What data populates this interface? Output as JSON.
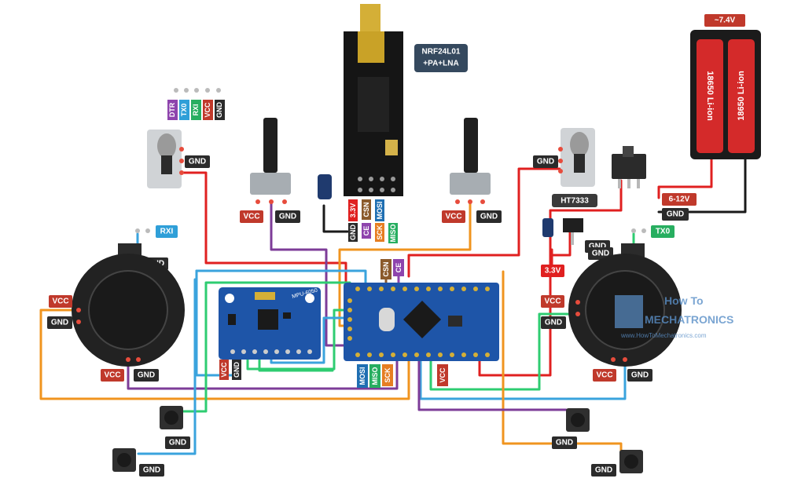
{
  "modules": {
    "nrf_title_line1": "NRF24L01",
    "nrf_title_line2": "+PA+LNA",
    "mpu_label": "MPU-6050",
    "regulator": "HT7333",
    "battery_voltage": "~7.4V",
    "cell_label": "18650 Li-ion",
    "range_label": "6-12V"
  },
  "labels": {
    "gnd": "GND",
    "vcc": "VCC",
    "v33": "3.3V",
    "csn": "CSN",
    "ce": "CE",
    "mosi": "MOSI",
    "miso": "MISO",
    "sck": "SCK",
    "rxi": "RXI",
    "tx0": "TX0",
    "dtr": "DTR"
  },
  "watermark": {
    "line1": "How To",
    "line2": "MECHATRONICS",
    "url": "www.HowToMechatronics.com"
  },
  "colors": {
    "gnd": "#2b2b2b",
    "vcc": "#c0392b",
    "v33": "#e02020",
    "csn": "#8b5a2b",
    "ce": "#8e44ad",
    "mosi": "#1f6fb2",
    "miso": "#27ae60",
    "sck": "#e67e22",
    "rxi": "#2f9fd8",
    "tx0": "#27ae60",
    "dtr": "#8e44ad",
    "wire_red": "#e02020",
    "wire_black": "#1a1a1a",
    "wire_purple": "#7d3c98",
    "wire_blue": "#3aa3dd",
    "wire_orange": "#f0941f",
    "wire_green": "#2ecc71",
    "board_blue": "#1e55a8",
    "nrf_black": "#151515"
  }
}
